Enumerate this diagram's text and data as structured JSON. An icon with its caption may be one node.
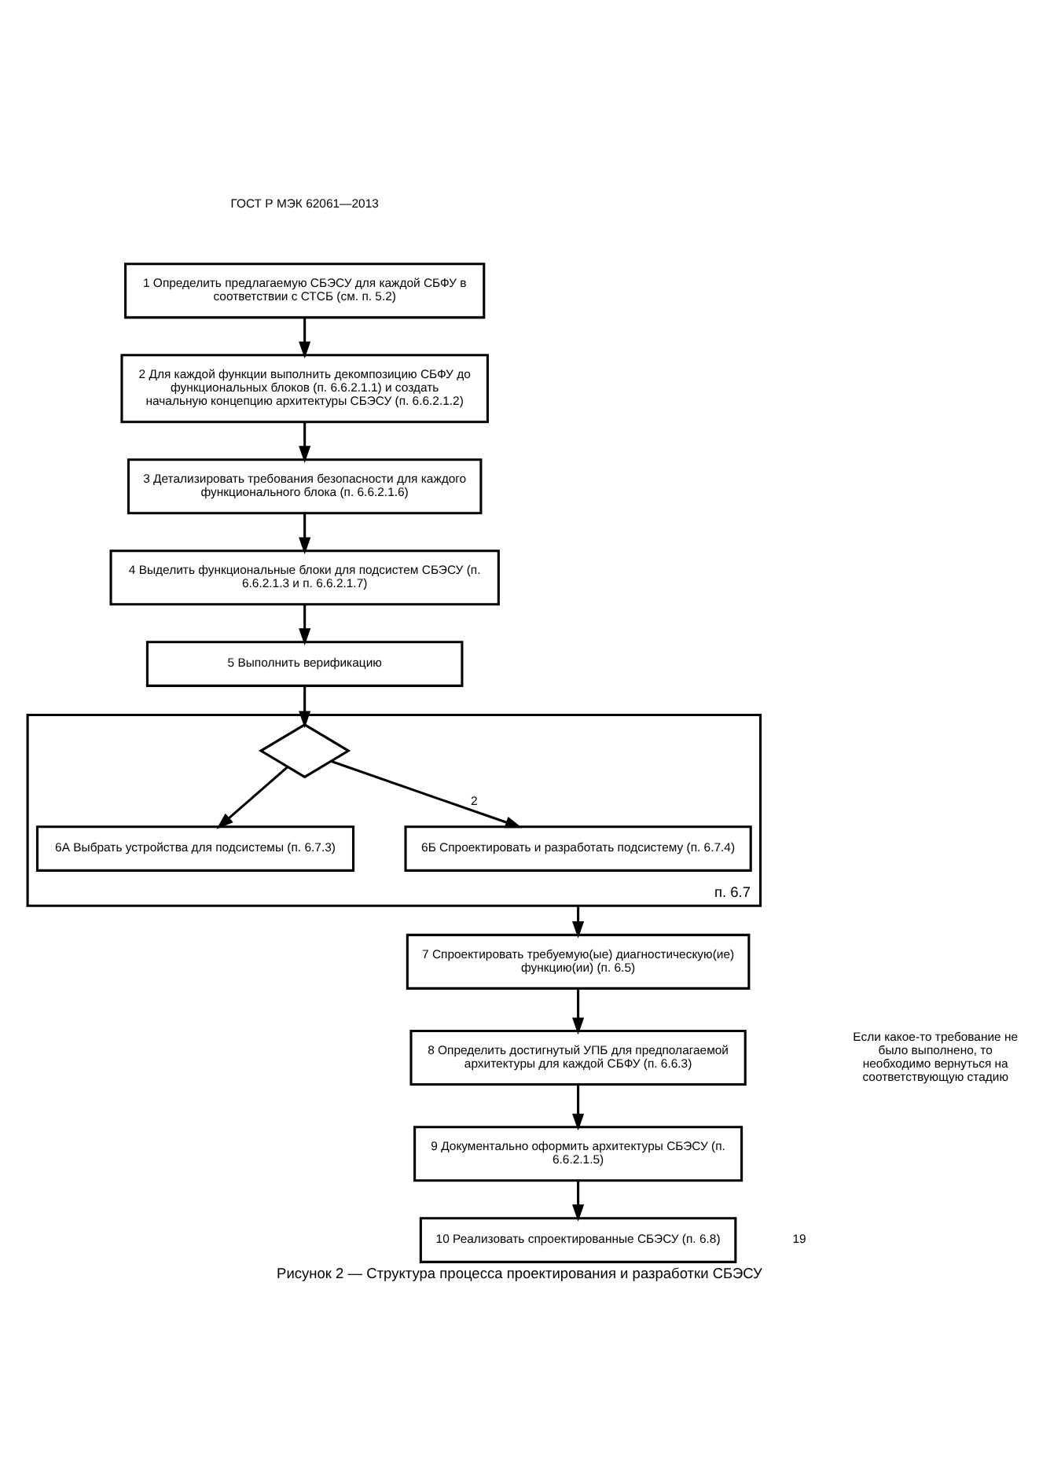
{
  "diagram": {
    "caption": "Рисунок 2 — Структура процесса проектирования и разработки СБЭСУ",
    "nodes": [
      {
        "text": [
          "1 Определить предлагаемую СБЭСУ для каждой СБФУ в соответствии с СТСБ (см. п. 5.2)"
        ]
      },
      {
        "text": [
          "2 Для каждой функции выполнить декомпозицию СБФУ до функциональных блоков (п. 6.6.2.1.1) и создать начальную концепцию архитектуры СБЭСУ (п. 6.6.2.1.2)"
        ]
      },
      {
        "text": [
          "3 Детализировать требования безопасности для каждого функционального блока (п. 6.6.2.1.6)"
        ]
      },
      {
        "text": [
          "4 Выделить функциональные блоки для подсистем СБЭСУ (п. 6.6.2.1.3 и п. 6.6.2.1.7)"
        ]
      },
      {
        "text": [
          "5 Выполнить верификацию"
        ]
      },
      {
        "text": [
          "п. 6.7"
        ]
      },
      {
        "text": [],
        "shape": "diamond",
        "in": 5
      },
      {
        "text": [
          "6А Выбрать устройства для подсистемы (п. 6.7.3)"
        ],
        "in": 5
      },
      {
        "text": [
          "6Б Спроектировать и разработать подсистему (п. 6.7.4)"
        ],
        "in": 5
      },
      {
        "text": [
          "7 Спроектировать требуемую(ые) диагностическую(ие) функцию(ии) (п. 6.5)"
        ]
      },
      {
        "text": [
          "8 Определить достигнутый УПБ для предполагаемой архитектуры для каждой СБФУ (п. 6.6.3)"
        ]
      },
      {
        "text": [
          "9 Документально оформить архитектуры СБЭСУ (п. 6.6.2.1.5)"
        ]
      },
      {
        "text": [
          "10 Реализовать спроектированные СБЭСУ (п. 6.8)"
        ]
      }
    ],
    "edges": [
      {
        "from": 0,
        "to": 1,
        "arrow": "to"
      },
      {
        "from": 1,
        "to": 2,
        "arrow": "to"
      },
      {
        "from": 2,
        "to": 3,
        "arrow": "to"
      },
      {
        "from": 3,
        "to": 4,
        "arrow": "to"
      },
      {
        "from": 4,
        "to": 6,
        "arrow": "to"
      },
      {
        "from": 6,
        "to": 7,
        "arrow": "to"
      },
      {
        "from": 6,
        "to": 8,
        "arrow": "to",
        "label": "2"
      },
      {
        "from": 5,
        "to": 9,
        "arrow": "to"
      },
      {
        "from": 9,
        "to": 10,
        "arrow": "to"
      },
      {
        "from": 10,
        "to": 11,
        "arrow": "to"
      },
      {
        "from": 11,
        "to": 12,
        "arrow": "to"
      }
    ],
    "labels": [
      "ГОСТ Р МЭК 62061—2013",
      "Если какое-то требование не было выполнено, то необходимо вернуться на соответствующую стадию",
      "19"
    ]
  }
}
